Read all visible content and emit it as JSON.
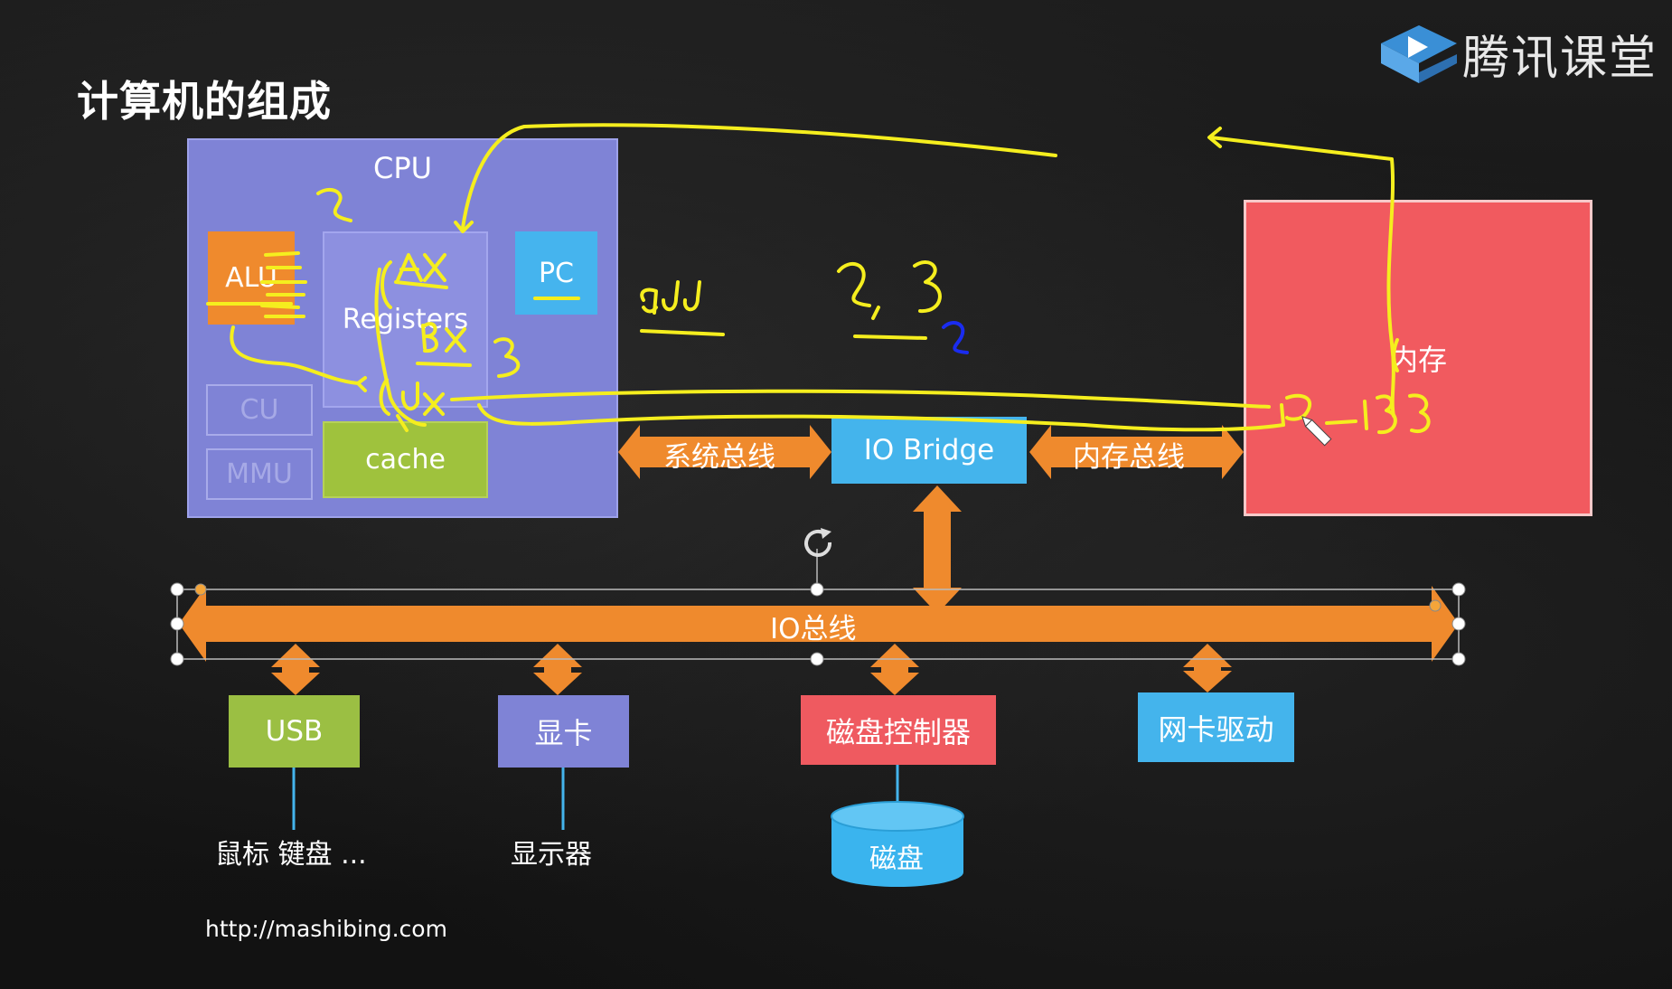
{
  "title": "计算机的组成",
  "logo": {
    "text": "腾讯课堂",
    "icon": "play-icon"
  },
  "cpu": {
    "label": "CPU",
    "alu": "ALU",
    "registers": "Registers",
    "pc": "PC",
    "cu": "CU",
    "mmu": "MMU",
    "cache": "cache"
  },
  "buses": {
    "system": "系统总线",
    "memory": "内存总线",
    "io": "IO总线"
  },
  "io_bridge": "IO Bridge",
  "memory": "内存",
  "devices": {
    "usb": "USB",
    "gpu": "显卡",
    "disk_controller": "磁盘控制器",
    "nic": "网卡驱动"
  },
  "peripherals": {
    "usb": "鼠标 键盘 ...",
    "gpu": "显示器",
    "disk": "磁盘"
  },
  "url": "http://mashibing.com",
  "colors": {
    "bus": "#ef8a2d",
    "annotation": "#f5ee1e",
    "annotation_blue": "#1a2cf0"
  }
}
